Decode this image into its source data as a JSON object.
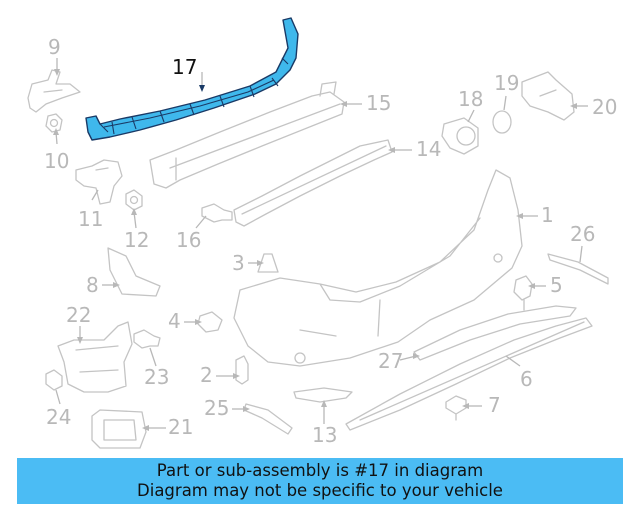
{
  "diagram": {
    "highlight_color": "#3fb8ec",
    "part_numbers": [
      "1",
      "2",
      "3",
      "4",
      "5",
      "6",
      "7",
      "8",
      "9",
      "10",
      "11",
      "12",
      "13",
      "14",
      "15",
      "16",
      "17",
      "18",
      "19",
      "20",
      "21",
      "22",
      "23",
      "24",
      "25",
      "26",
      "27"
    ]
  },
  "banner": {
    "line1": "Part or sub-assembly is #17 in diagram",
    "line2": "Diagram may not be specific to your vehicle",
    "background": "#4bbcf4"
  }
}
